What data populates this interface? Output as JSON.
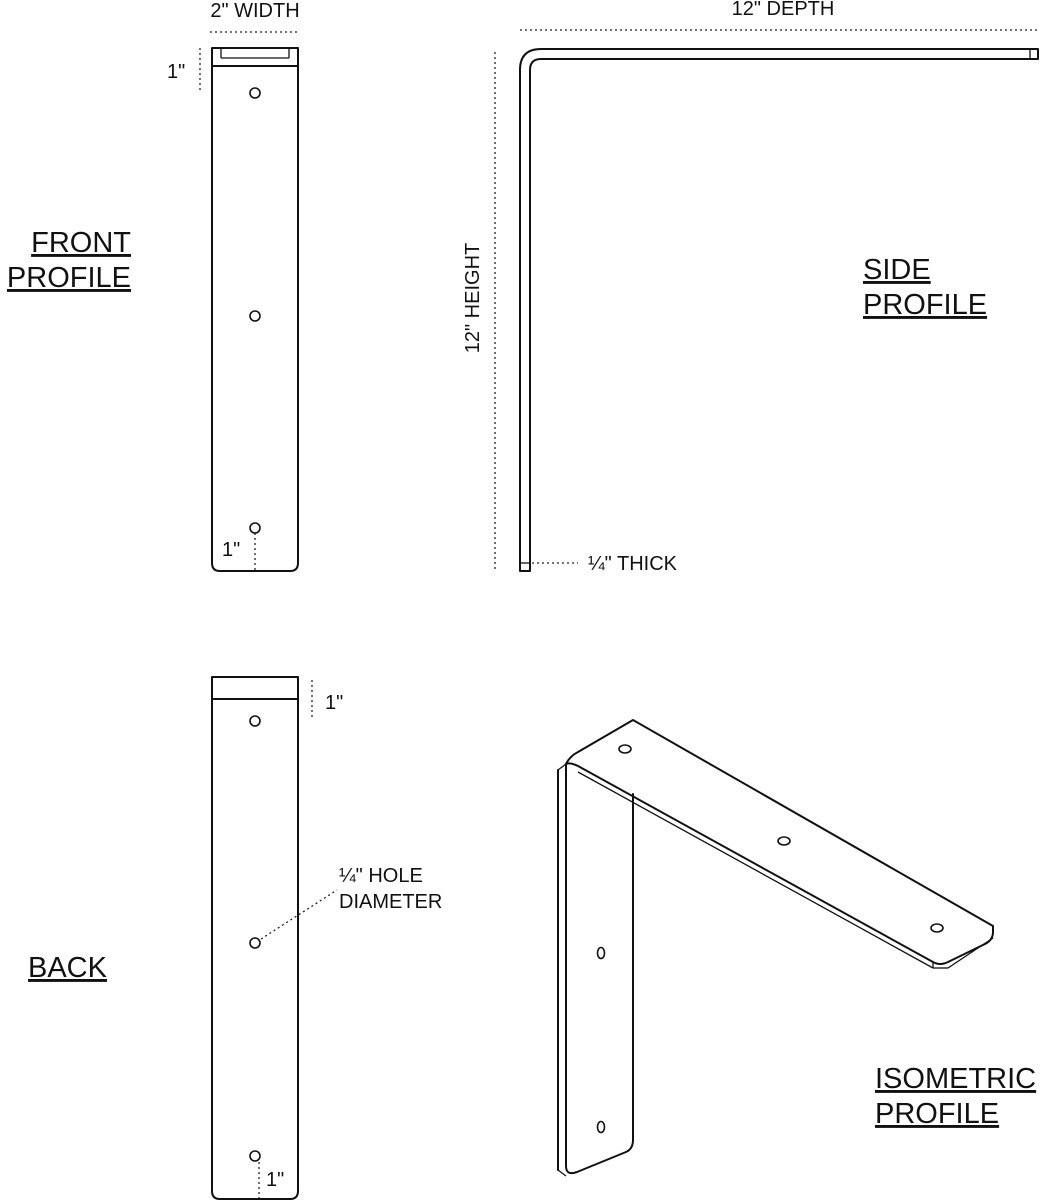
{
  "views": {
    "front": {
      "title_line1": "FRONT",
      "title_line2": "PROFILE"
    },
    "side": {
      "title_line1": "SIDE",
      "title_line2": "PROFILE"
    },
    "back": {
      "title": "BACK"
    },
    "isometric": {
      "title_line1": "ISOMETRIC",
      "title_line2": "PROFILE"
    }
  },
  "dimensions": {
    "width": "2\" WIDTH",
    "depth": "12\" DEPTH",
    "height": "12\" HEIGHT",
    "thickness": "¼\" THICK",
    "front_top_offset": "1\"",
    "front_bottom_offset": "1\"",
    "back_top_offset": "1\"",
    "back_bottom_offset": "1\"",
    "hole_line1": "¼\" HOLE",
    "hole_line2": "DIAMETER"
  }
}
